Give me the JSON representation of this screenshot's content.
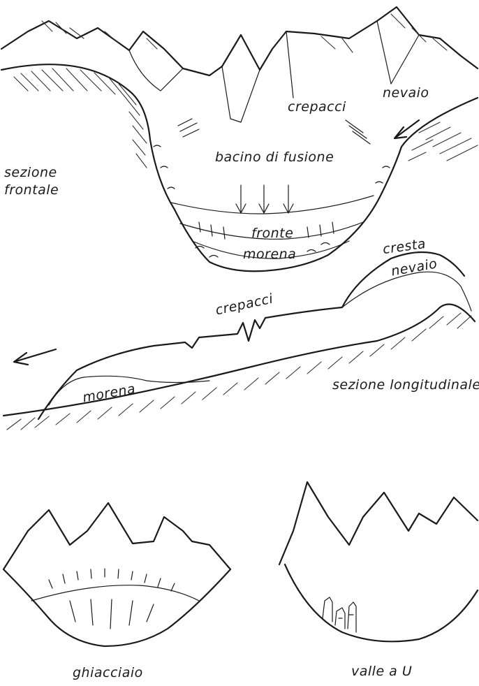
{
  "frontal": {
    "label_section": [
      "sezione",
      "frontale"
    ],
    "label_crepacci": "crepacci",
    "label_nevaio": "nevaio",
    "label_bacino": "bacino di fusione",
    "label_fronte": "fronte",
    "label_morena": "morena"
  },
  "longitudinal": {
    "label_cresta": "cresta",
    "label_nevaio": "nevaio",
    "label_crepacci": "crepacci",
    "label_morena": "morena",
    "label_section": "sezione longitudinale"
  },
  "bottom": {
    "label_ghiacciaio": "ghiacciaio",
    "label_valle": "valle a U"
  }
}
